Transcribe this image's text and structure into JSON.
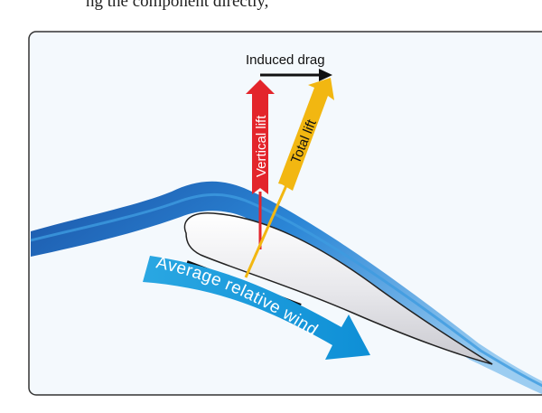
{
  "top_text": "ng     the    component    directly,",
  "labels": {
    "induced_drag": "Induced drag",
    "vertical_lift": "Vertical lift",
    "total_lift": "Total lift",
    "relative_wind": "Average relative wind"
  },
  "colors": {
    "panel_bg": "#f4f9fd",
    "panel_border": "#333333",
    "airflow_dark": "#1b55a8",
    "airflow_mid": "#2b86d6",
    "airflow_light": "#8cc4ee",
    "airfoil_fill": "#e6e6ea",
    "vertical_lift": "#e3252b",
    "total_lift": "#f2b711",
    "wind_arrow": "#1fa0de",
    "drag_arrow": "#111111"
  }
}
